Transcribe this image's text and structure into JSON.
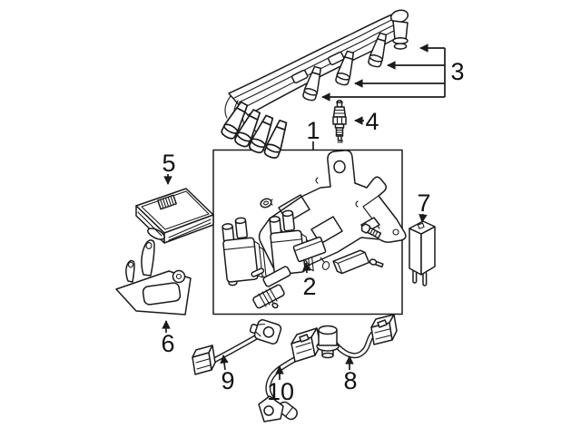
{
  "diagram": {
    "background_color": "#ffffff",
    "line_color": "#1b1b1b",
    "callouts": {
      "assembly": {
        "label": "1"
      },
      "condenser": {
        "label": "2"
      },
      "wire_set": {
        "label": "3"
      },
      "spark_plug": {
        "label": "4"
      },
      "control_module": {
        "label": "5"
      },
      "module_bracket": {
        "label": "6"
      },
      "relay": {
        "label": "7"
      },
      "camshaft_sensor": {
        "label": "8"
      },
      "knock_sensor": {
        "label": "9"
      },
      "crankshaft_sensor": {
        "label": "10"
      }
    }
  }
}
